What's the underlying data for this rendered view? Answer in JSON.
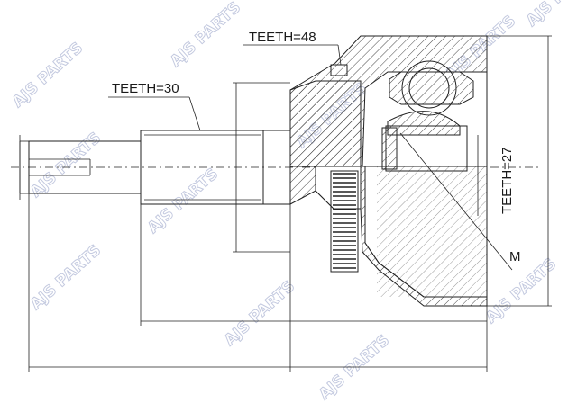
{
  "labels": {
    "teeth_outer": "TEETH=48",
    "teeth_shaft": "TEETH=30",
    "teeth_inner": "TEETH=27",
    "thread": "M"
  },
  "watermark": {
    "text": "AJS PARTS",
    "color": "#2a3f8f"
  },
  "hatch": {
    "color": "#333333"
  }
}
